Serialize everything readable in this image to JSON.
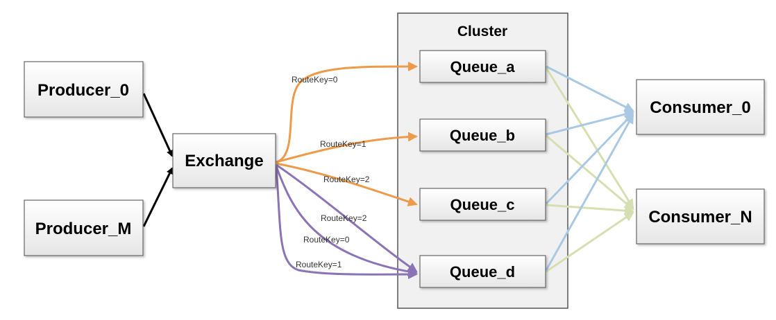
{
  "colors": {
    "black_arrow": "#000000",
    "orange_arrow": "#ED9A4A",
    "purple_arrow": "#8B74B5",
    "blue_arrow": "#A9C8E4",
    "green_arrow": "#D6DFB1",
    "box_fill_top": "#FFFFFF",
    "box_fill_bottom": "#E9E9E9",
    "box_border": "#666666",
    "cluster_fill": "#F1F1F1",
    "cluster_border": "#555555"
  },
  "cluster": {
    "title": "Cluster"
  },
  "nodes": {
    "producer_0": "Producer_0",
    "producer_m": "Producer_M",
    "exchange": "Exchange",
    "queue_a": "Queue_a",
    "queue_b": "Queue_b",
    "queue_c": "Queue_c",
    "queue_d": "Queue_d",
    "consumer_0": "Consumer_0",
    "consumer_n": "Consumer_N"
  },
  "edge_labels": {
    "rk0_to_a": "RouteKey=0",
    "rk1_to_b": "RouteKey=1",
    "rk2_to_c": "RouteKey=2",
    "rk2_to_d": "RouteKey=2",
    "rk0_to_d": "RouteKey=0",
    "rk1_to_d": "RouteKey=1"
  }
}
